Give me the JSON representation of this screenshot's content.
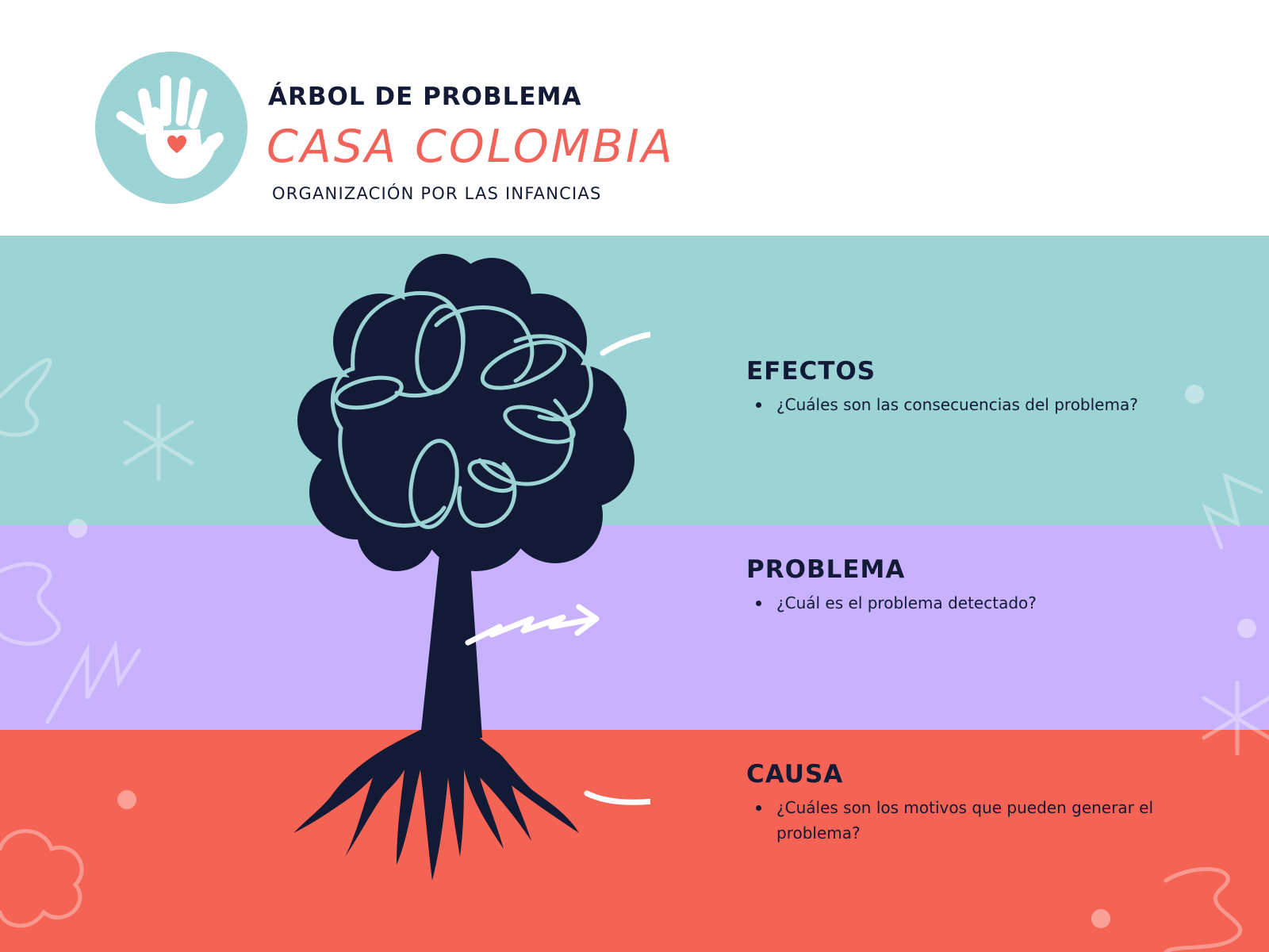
{
  "header": {
    "title": "ÁRBOL DE PROBLEMA",
    "name": "CASA COLOMBIA",
    "subtitle": "ORGANIZACIÓN POR LAS INFANCIAS"
  },
  "sections": {
    "efectos": {
      "title": "EFECTOS",
      "items": [
        "¿Cuáles son las consecuencias del problema?"
      ]
    },
    "problema": {
      "title": "PROBLEMA",
      "items": [
        "¿Cuál es el problema detectado?"
      ]
    },
    "causa": {
      "title": "CAUSA",
      "items": [
        "¿Cuáles son los motivos que pueden generar el problema?"
      ]
    }
  },
  "colors": {
    "navy": "#121a36",
    "teal": "#9cd3d5",
    "lavender": "#c8b2fd",
    "coral": "#f56354",
    "heart": "#f2645a"
  },
  "icons": [
    "hand-heart-icon",
    "tree-icon",
    "arrow-right-icon",
    "zigzag-arrow-icon",
    "sparkle-icon",
    "squiggle-icon",
    "cloud-icon"
  ]
}
